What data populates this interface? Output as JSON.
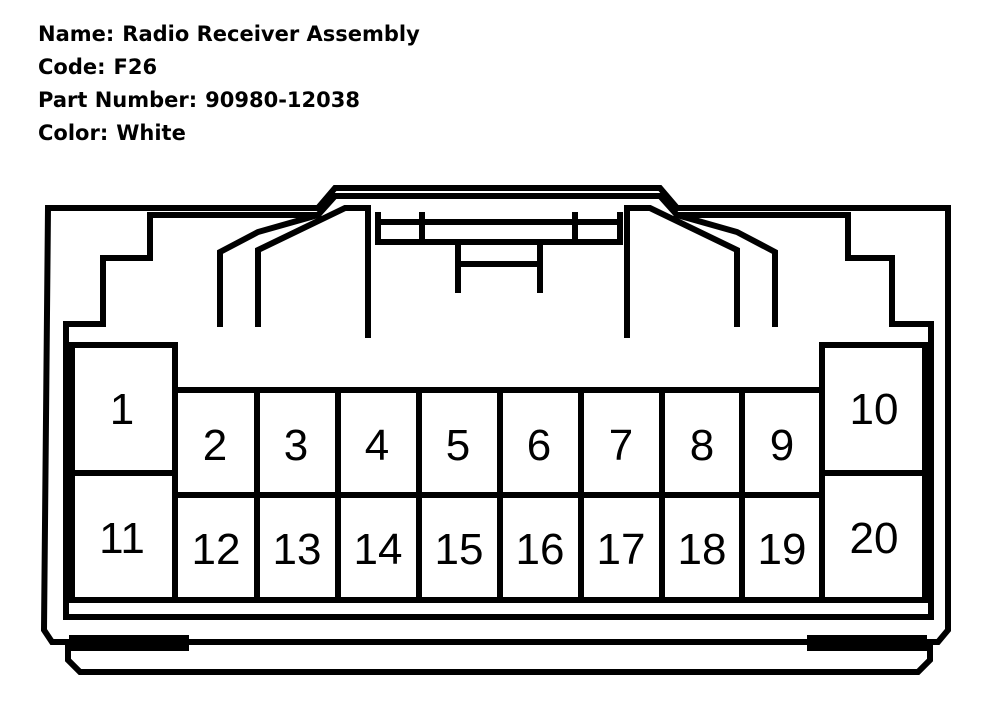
{
  "info": {
    "name_label": "Name:",
    "name_value": "Radio Receiver Assembly",
    "code_label": "Code:",
    "code_value": "F26",
    "part_label": "Part Number:",
    "part_value": "90980-12038",
    "color_label": "Color:",
    "color_value": "White"
  },
  "pins": {
    "p1": "1",
    "p2": "2",
    "p3": "3",
    "p4": "4",
    "p5": "5",
    "p6": "6",
    "p7": "7",
    "p8": "8",
    "p9": "9",
    "p10": "10",
    "p11": "11",
    "p12": "12",
    "p13": "13",
    "p14": "14",
    "p15": "15",
    "p16": "16",
    "p17": "17",
    "p18": "18",
    "p19": "19",
    "p20": "20"
  },
  "colors": {
    "stroke": "#000000",
    "fill": "#ffffff"
  }
}
